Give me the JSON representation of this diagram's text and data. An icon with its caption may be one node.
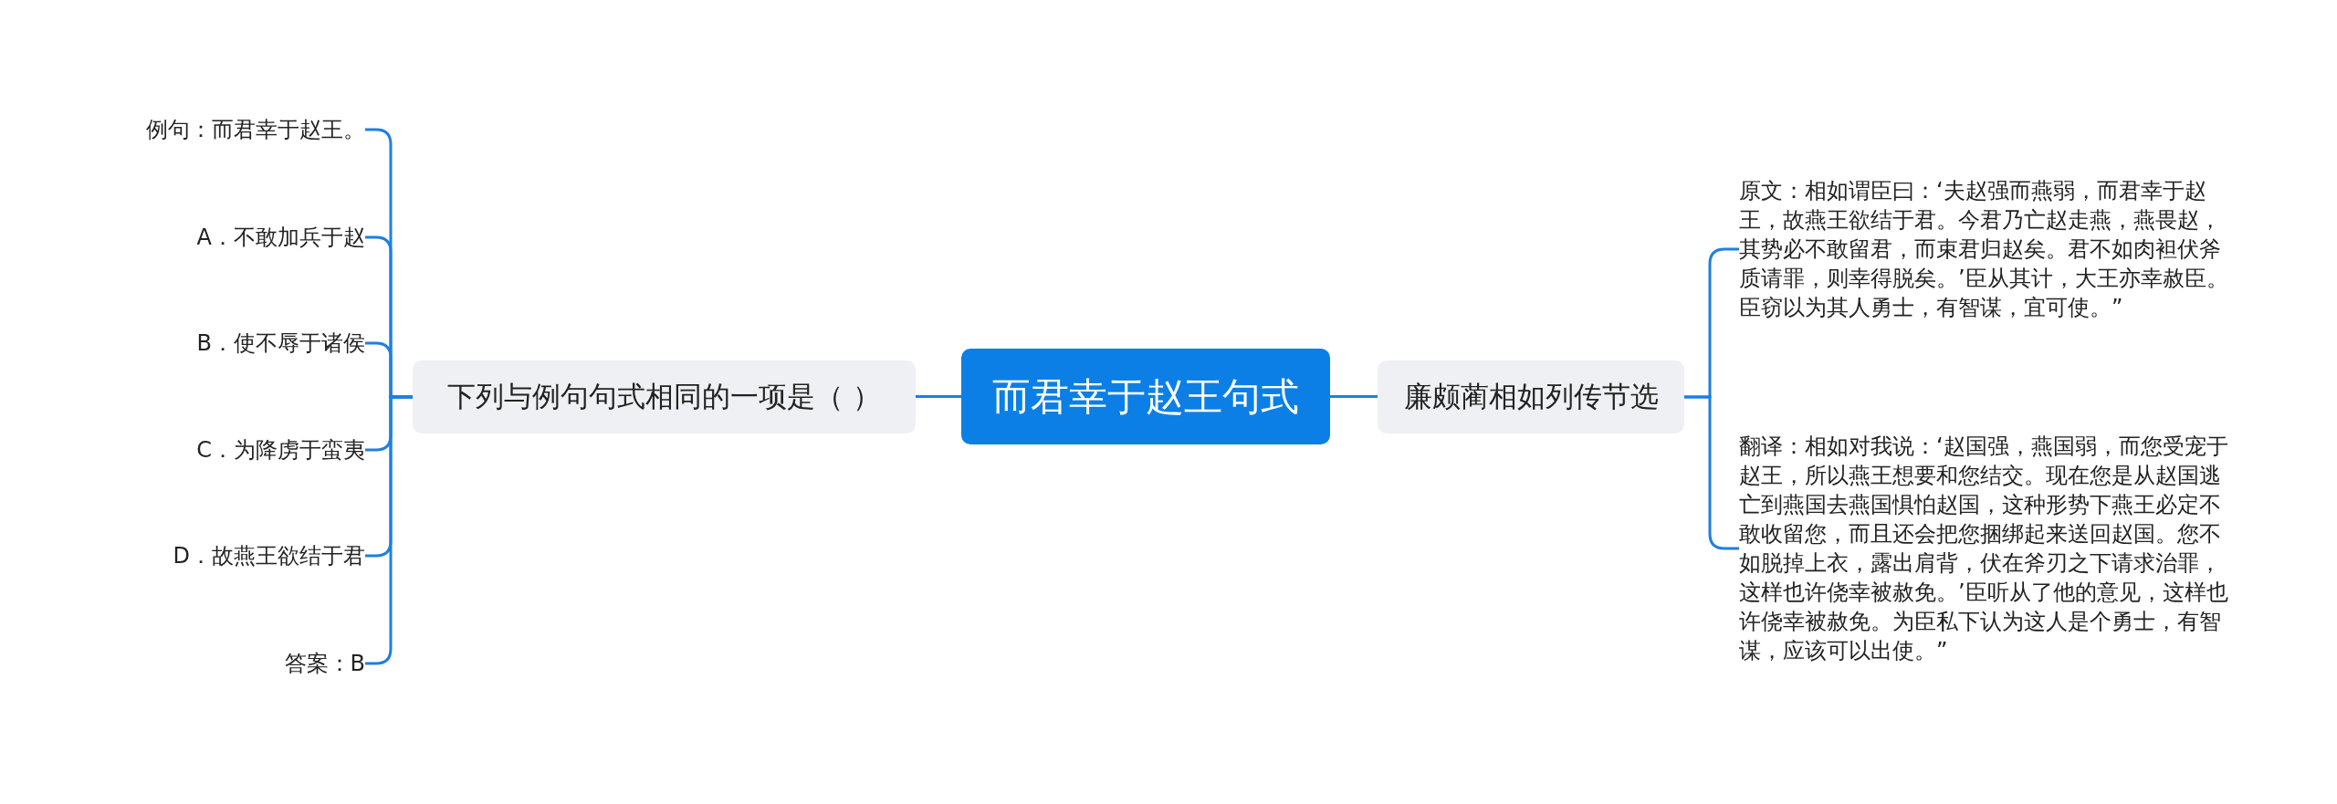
{
  "diagram": {
    "nodes": [
      {
        "text": [
          "而君幸于赵王句式"
        ]
      },
      {
        "text": [
          "下列与例句句式相同的一项是（ ）"
        ]
      },
      {
        "text": [
          "例句：而君幸于赵王。"
        ]
      },
      {
        "text": [
          "A．不敢加兵于赵"
        ]
      },
      {
        "text": [
          "B．使不辱于诸侯"
        ]
      },
      {
        "text": [
          "C．为降虏于蛮夷"
        ]
      },
      {
        "text": [
          "D．故燕王欲结于君"
        ]
      },
      {
        "text": [
          "答案：B"
        ]
      },
      {
        "text": [
          "廉颇蔺相如列传节选"
        ]
      },
      {
        "text": [
          "原文：相如谓臣曰：‘夫赵强而燕弱，而君幸于赵王，故燕王欲结于君。今君乃亡赵走燕，燕畏赵，其势必不敢留君，而束君归赵矣。君不如肉袒伏斧质请罪，则幸得脱矣。’臣从其计，大王亦幸赦臣。臣窃以为其人勇士，有智谋，宜可使。”"
        ]
      },
      {
        "text": [
          "翻译：相如对我说：‘赵国强，燕国弱，而您受宠于赵王，所以燕王想要和您结交。现在您是从赵国逃亡到燕国去燕国惧怕赵国，这种形势下燕王必定不敢收留您，而且还会把您捆绑起来送回赵国。您不如脱掉上衣，露出肩背，伏在斧刃之下请求治罪，这样也许侥幸被赦免。’臣听从了他的意见，这样也许侥幸被赦免。为臣私下认为这人是个勇士，有智谋，应该可以出使。”"
        ]
      }
    ],
    "edges": [
      {
        "from": 0,
        "to": 1,
        "arrow": "none"
      },
      {
        "from": 1,
        "to": 2,
        "arrow": "none"
      },
      {
        "from": 1,
        "to": 3,
        "arrow": "none"
      },
      {
        "from": 1,
        "to": 4,
        "arrow": "none"
      },
      {
        "from": 1,
        "to": 5,
        "arrow": "none"
      },
      {
        "from": 1,
        "to": 6,
        "arrow": "none"
      },
      {
        "from": 1,
        "to": 7,
        "arrow": "none"
      },
      {
        "from": 0,
        "to": 8,
        "arrow": "none"
      },
      {
        "from": 8,
        "to": 9,
        "arrow": "none"
      },
      {
        "from": 8,
        "to": 10,
        "arrow": "none"
      }
    ]
  }
}
